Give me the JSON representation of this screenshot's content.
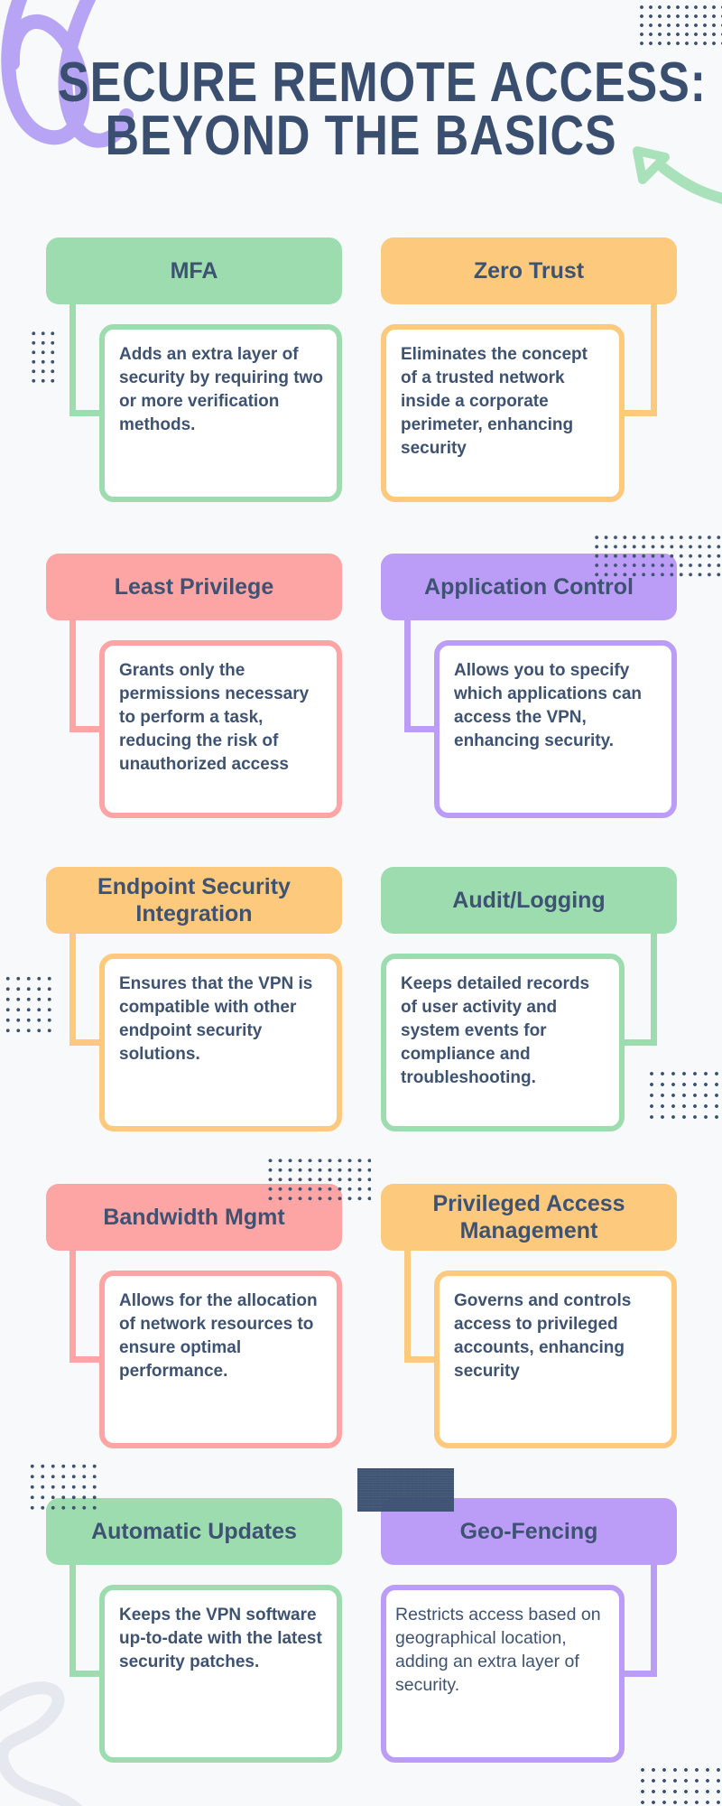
{
  "page": {
    "title_line1": "SECURE REMOTE ACCESS:",
    "title_line2": "BEYOND THE BASICS",
    "background_color": "#f8f9fa",
    "title_color": "#3a4f70",
    "text_color": "#3e5272"
  },
  "colors": {
    "green": "#9cdcaf",
    "orange": "#fcc97d",
    "pink": "#fda4a5",
    "purple": "#bb9df8",
    "navy_dots": "#3e5272",
    "squiggle_purple": "#b7a4f4",
    "arrow_green": "#a9e2ba",
    "scribble_gray": "#e5e8ee"
  },
  "cards": [
    {
      "title": "MFA",
      "accent": "green",
      "body": "Adds an extra layer of security by requiring two or more verification methods."
    },
    {
      "title": "Zero Trust",
      "accent": "orange",
      "body": "Eliminates the concept of a trusted network inside a corporate perimeter, enhancing security"
    },
    {
      "title": "Least Privilege",
      "accent": "pink",
      "body": "Grants only the permissions necessary to perform a task, reducing the risk of unauthorized access"
    },
    {
      "title": "Application Control",
      "accent": "purple",
      "body": "Allows you to specify which applications can access the VPN, enhancing security."
    },
    {
      "title": "Endpoint Security Integration",
      "accent": "orange",
      "body": "Ensures that the VPN is compatible with other endpoint security solutions."
    },
    {
      "title": "Audit/Logging",
      "accent": "green",
      "body": "Keeps detailed records of user activity and system events for compliance and troubleshooting."
    },
    {
      "title": "Bandwidth Mgmt",
      "accent": "pink",
      "body": "Allows for the allocation of network resources to ensure optimal performance."
    },
    {
      "title": "Privileged Access Management",
      "accent": "orange",
      "body": "Governs and controls access to privileged accounts, enhancing security"
    },
    {
      "title": "Automatic Updates",
      "accent": "green",
      "body": "Keeps the VPN software up-to-date with the latest security patches."
    },
    {
      "title": "Geo-Fencing",
      "accent": "purple",
      "body": "Restricts access based on geographical location, adding an extra layer of security."
    }
  ]
}
